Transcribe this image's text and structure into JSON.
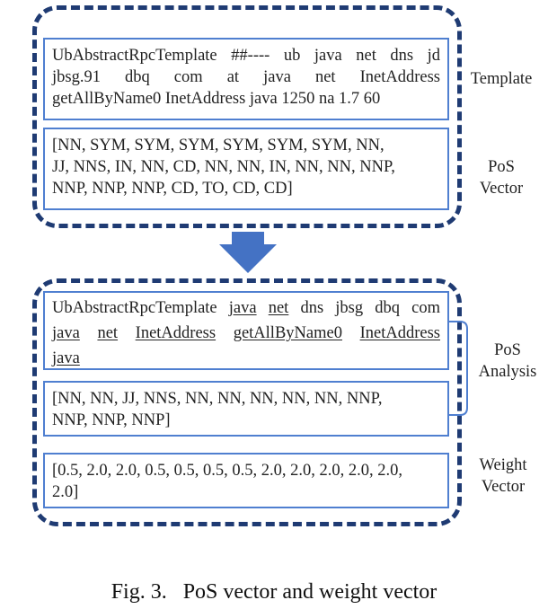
{
  "top": {
    "template_lines": [
      "UbAbstractRpcTemplate ##---- ub java net dns jd",
      "jbsg.91 dbq com at java net InetAddress",
      "getAllByName0 InetAddress java 1250 na 1.7 60"
    ],
    "template_label": "Template",
    "pos_lines": [
      "[NN, SYM, SYM, SYM, SYM, SYM, SYM, NN,",
      "JJ, NNS, IN, NN, CD, NN, NN, IN, NN, NN, NNP,",
      "NNP, NNP, NNP, CD, TO, CD, CD]"
    ],
    "pos_label": [
      "PoS",
      "Vector"
    ]
  },
  "bottom": {
    "analysis_lines": [
      [
        {
          "t": "UbAbstractRpcTemplate",
          "u": false
        },
        {
          "t": "java",
          "u": true
        },
        {
          "t": "net",
          "u": true
        },
        {
          "t": "dns",
          "u": false
        },
        {
          "t": "jbsg",
          "u": false
        },
        {
          "t": "dbq",
          "u": false
        },
        {
          "t": "com",
          "u": false
        }
      ],
      [
        {
          "t": "java",
          "u": true
        },
        {
          "t": "net",
          "u": true
        },
        {
          "t": "InetAddress",
          "u": true
        },
        {
          "t": "getAllByName0",
          "u": true
        },
        {
          "t": "InetAddress",
          "u": true
        }
      ],
      [
        {
          "t": "java",
          "u": true
        }
      ]
    ],
    "pos_lines": [
      "[NN, NN, JJ, NNS, NN, NN, NN, NN, NN, NNP,",
      "NNP, NNP, NNP]"
    ],
    "analysis_label": [
      "PoS",
      "Analysis"
    ],
    "weight_lines": [
      "[0.5, 2.0, 2.0, 0.5, 0.5, 0.5, 0.5, 2.0, 2.0, 2.0, 2.0, 2.0,",
      "2.0]"
    ],
    "weight_label": [
      "Weight",
      "Vector"
    ]
  },
  "caption": "Fig. 3.   PoS vector and weight vector",
  "colors": {
    "dash_border": "#1f3b73",
    "box_border": "#4f7fd0",
    "arrow": "#4472c4"
  },
  "arrow_icon": "arrow-down-icon"
}
